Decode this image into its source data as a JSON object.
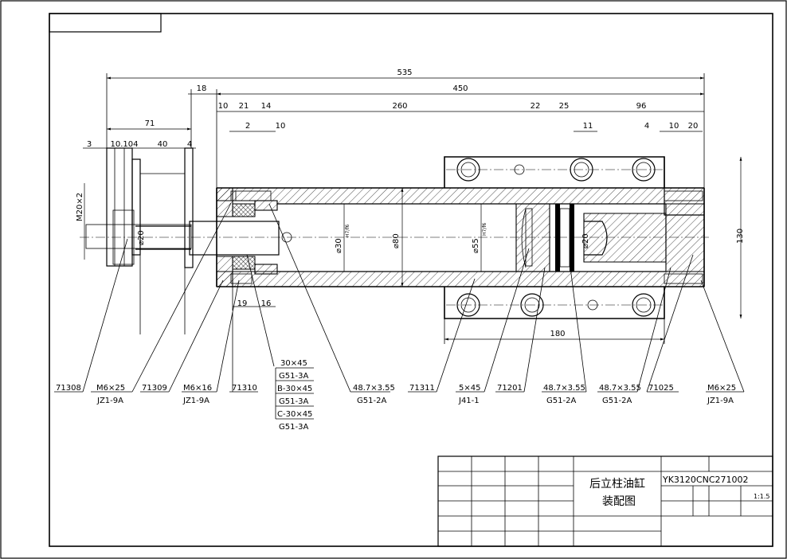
{
  "dimensions": {
    "overall": "535",
    "body": "450",
    "flange": "18",
    "d10a": "10",
    "d21": "21",
    "d14": "14",
    "d260": "260",
    "d22": "22",
    "d25": "25",
    "d96": "96",
    "d71": "71",
    "d3": "3",
    "d10104": "10.104",
    "d40": "40",
    "d4a": "4",
    "d2": "2",
    "d10b": "10",
    "d11": "11",
    "d4b": "4",
    "d10c": "10",
    "d20": "20",
    "thread": "M20×2",
    "rod_dia": "⌀20",
    "bore_a": "⌀30",
    "bore_a_fit": "H7/f6",
    "od80": "⌀80",
    "bore_b": "⌀55",
    "bore_b_fit": "H7/f6",
    "piston_dia": "⌀20",
    "height": "130",
    "base_len": "180",
    "d19": "19",
    "d16": "16"
  },
  "callouts": {
    "p71308": "71308",
    "m6x25_a": "M6×25",
    "jz1_9a_a": "JZ1-9A",
    "p71309": "71309",
    "m6x16": "M6×16",
    "jz1_9a_b": "JZ1-9A",
    "p71310": "71310",
    "seal_30x45": "30×45",
    "g51_3a_1": "G51-3A",
    "b30x45": "B-30×45",
    "g51_3a_2": "G51-3A",
    "c30x45": "C-30×45",
    "g51_3a_3": "G51-3A",
    "oring_1": "48.7×3.55",
    "g51_2a_1": "G51-2A",
    "p71311": "71311",
    "key_5x45": "5×45",
    "j41_1": "J41-1",
    "p71201": "71201",
    "oring_2": "48.7×3.55",
    "g51_2a_2": "G51-2A",
    "oring_3": "48.7×3.55",
    "g51_2a_3": "G51-2A",
    "p71025": "71025",
    "m6x25_b": "M6×25",
    "jz1_9a_c": "JZ1-9A"
  },
  "title_block": {
    "title_line1": "后立柱油缸",
    "title_line2": "装配图",
    "drawing_no": "YK3120CNC271002",
    "scale": "1:1.5"
  }
}
